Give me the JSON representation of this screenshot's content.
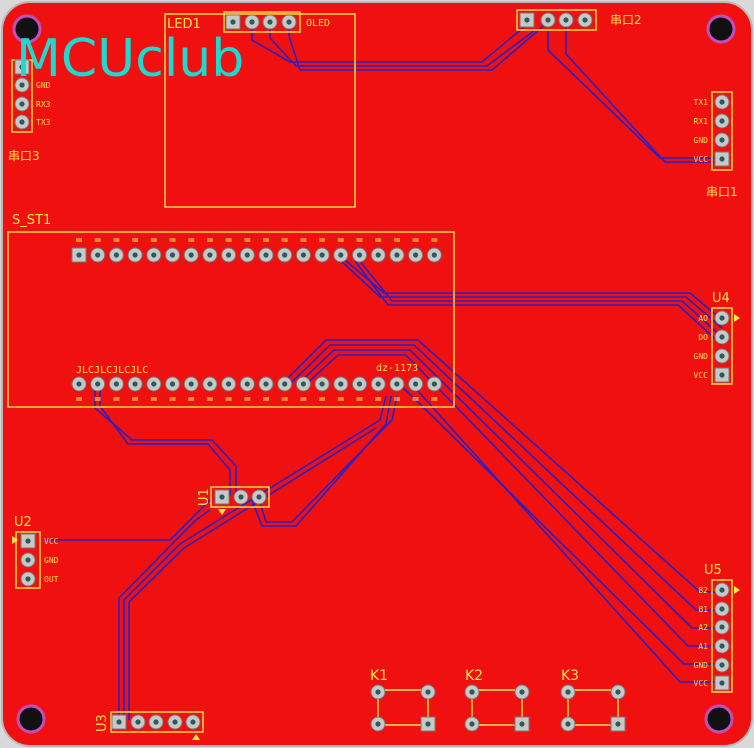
{
  "board": {
    "logo": "MCUclub",
    "silk_color": "#ffe84a",
    "copper_color": "#f01010",
    "trace_color": "#2a1fc4",
    "logo_color": "#1fd8d0"
  },
  "led1": {
    "ref": "LED1",
    "value": "OLED"
  },
  "port2": {
    "ref": "串口2"
  },
  "port1": {
    "ref": "串口1",
    "pins": [
      "TX1",
      "RX1",
      "GND",
      "VCC"
    ]
  },
  "port3": {
    "ref": "串口3",
    "pins": [
      "GND",
      "RX3",
      "TX3"
    ]
  },
  "sst1": {
    "ref": "S_ST1",
    "text1": "JLCJLCJLCJLC",
    "text2": "dz-1173"
  },
  "u4": {
    "ref": "U4",
    "pins": [
      "AO",
      "DO",
      "GND",
      "VCC"
    ]
  },
  "u2": {
    "ref": "U2",
    "pins": [
      "VCC",
      "GND",
      "OUT"
    ]
  },
  "u1": {
    "ref": "U1"
  },
  "u3": {
    "ref": "U3"
  },
  "u5": {
    "ref": "U5",
    "pins": [
      "B2",
      "B1",
      "A2",
      "A1",
      "GND",
      "VCC"
    ]
  },
  "k1": {
    "ref": "K1"
  },
  "k2": {
    "ref": "K2"
  },
  "k3": {
    "ref": "K3"
  }
}
